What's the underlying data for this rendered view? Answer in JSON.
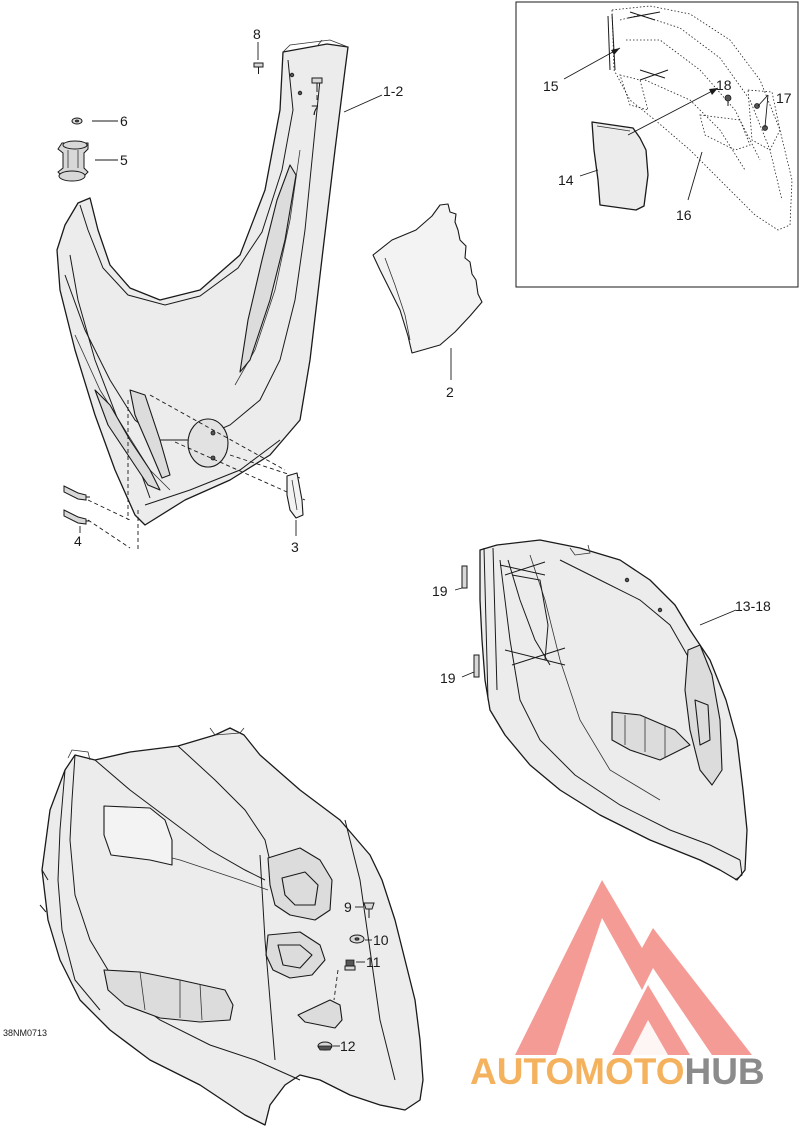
{
  "diagram": {
    "reference_code": "38NM0713",
    "callouts": {
      "c1_2": "1-2",
      "c2": "2",
      "c3": "3",
      "c4": "4",
      "c5": "5",
      "c6": "6",
      "c7": "7",
      "c8": "8",
      "c9": "9",
      "c10": "10",
      "c11": "11",
      "c12": "12",
      "c13_18": "13-18",
      "c14": "14",
      "c15": "15",
      "c16": "16",
      "c17": "17",
      "c18": "18",
      "c19a": "19",
      "c19b": "19"
    }
  },
  "watermark": {
    "part1": "AUTO",
    "part2": "MOTO",
    "part3": "HUB",
    "color_primary": "#f5b25e",
    "color_secondary": "#ef5d55",
    "color_tertiary": "#8b8b8b"
  }
}
